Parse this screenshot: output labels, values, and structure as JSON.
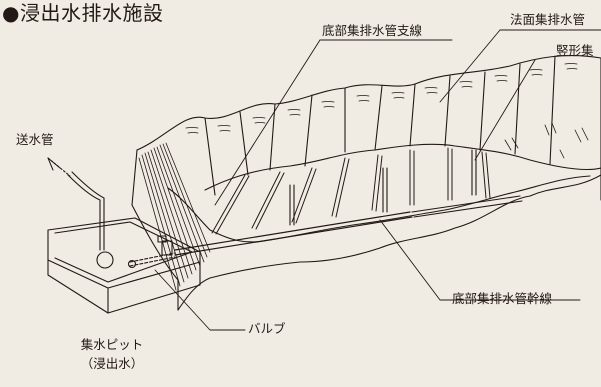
{
  "title": "●浸出水排水施設",
  "labels": {
    "branch_pipe": "底部集排水管支線",
    "slope_pipe": "法面集排水管",
    "vertical_pipe": "竪形集",
    "send_pipe": "送水管",
    "valve": "バルブ",
    "trunk_pipe": "底部集排水管幹線",
    "pit_line1": "集水ピット",
    "pit_line2": "（浸出水）"
  },
  "colors": {
    "background": "#f0ece3",
    "line": "#231815"
  }
}
